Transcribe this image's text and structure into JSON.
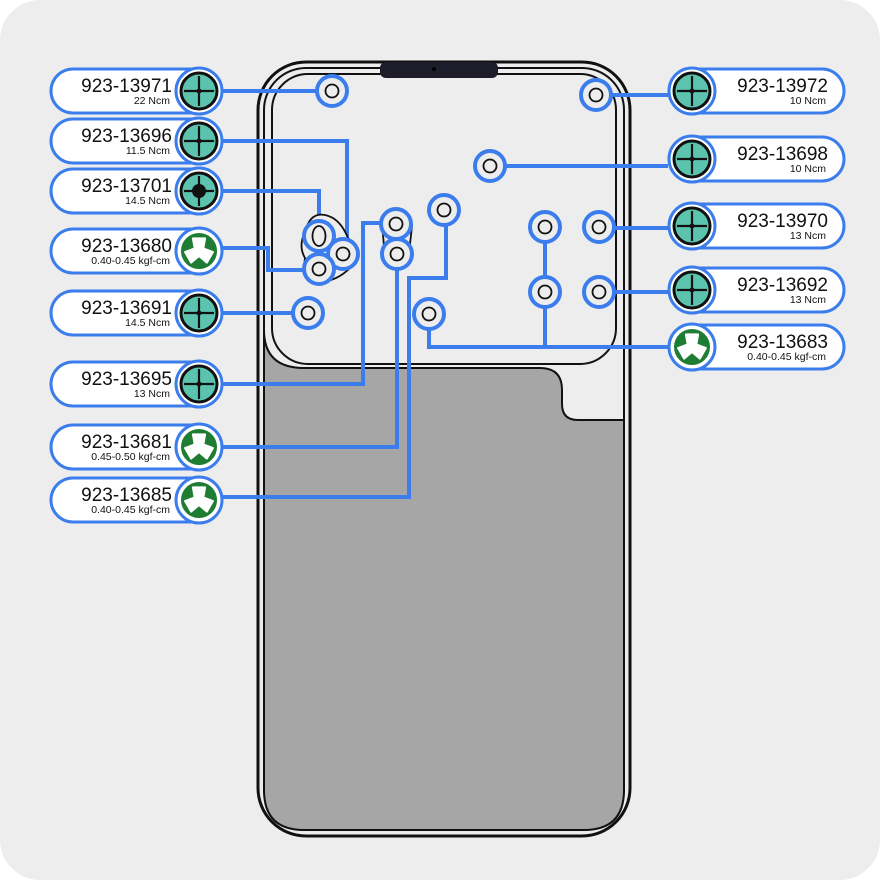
{
  "diagram": {
    "title": "",
    "colors": {
      "leader": "#3b7ded",
      "phillips_head": "#5cc4ae",
      "tri_point_head": "#1e7d33",
      "device_fill": "#a6a6a6",
      "background": "#ededed"
    },
    "callouts_left": [
      {
        "part": "923-13971",
        "torque": "22 Ncm",
        "icon": "phillips-screw-icon"
      },
      {
        "part": "923-13696",
        "torque": "11.5 Ncm",
        "icon": "phillips-screw-icon"
      },
      {
        "part": "923-13701",
        "torque": "14.5 Ncm",
        "icon": "standoff-screw-icon"
      },
      {
        "part": "923-13680",
        "torque": "0.40-0.45 kgf-cm",
        "icon": "tri-point-screw-icon"
      },
      {
        "part": "923-13691",
        "torque": "14.5 Ncm",
        "icon": "phillips-screw-icon"
      },
      {
        "part": "923-13695",
        "torque": "13  Ncm",
        "icon": "phillips-screw-icon"
      },
      {
        "part": "923-13681",
        "torque": "0.45-0.50 kgf-cm",
        "icon": "tri-point-screw-icon"
      },
      {
        "part": "923-13685",
        "torque": "0.40-0.45 kgf-cm",
        "icon": "tri-point-screw-icon"
      }
    ],
    "callouts_right": [
      {
        "part": "923-13972",
        "torque": "10 Ncm",
        "icon": "phillips-screw-icon"
      },
      {
        "part": "923-13698",
        "torque": "10 Ncm",
        "icon": "phillips-screw-icon"
      },
      {
        "part": "923-13970",
        "torque": "13 Ncm",
        "icon": "phillips-screw-icon"
      },
      {
        "part": "923-13692",
        "torque": "13 Ncm",
        "icon": "phillips-screw-icon"
      },
      {
        "part": "923-13683",
        "torque": "0.40-0.45 kgf-cm",
        "icon": "tri-point-screw-icon"
      }
    ]
  }
}
